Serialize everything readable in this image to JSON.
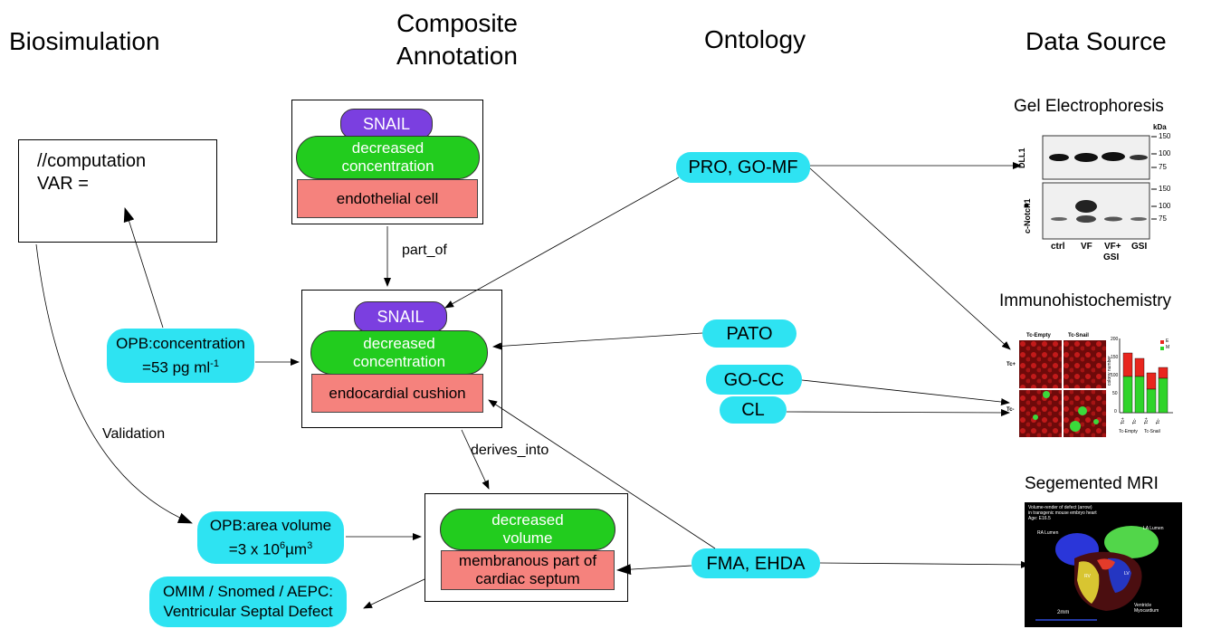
{
  "headers": {
    "biosimulation": "Biosimulation",
    "composite_line1": "Composite",
    "composite_line2": "Annotation",
    "ontology": "Ontology",
    "data_source": "Data Source"
  },
  "code_box": {
    "line1": "//computation",
    "line2": "VAR ="
  },
  "annotation_top": {
    "entity": "SNAIL",
    "quality_line1": "decreased",
    "quality_line2": "concentration",
    "location": "endothelial cell"
  },
  "annotation_mid": {
    "entity": "SNAIL",
    "quality_line1": "decreased",
    "quality_line2": "concentration",
    "location": "endocardial cushion"
  },
  "annotation_bottom": {
    "quality_line1": "decreased",
    "quality_line2": "volume",
    "location_line1": "membranous part of",
    "location_line2": "cardiac septum"
  },
  "relations": {
    "part_of": "part_of",
    "derives_into": "derives_into",
    "validation": "Validation"
  },
  "opb_concentration": {
    "line1": "OPB:concentration",
    "line2_prefix": "=53 pg ml",
    "line2_sup": "-1"
  },
  "opb_volume": {
    "line1": "OPB:area volume",
    "line2_prefix": "=3 x 10",
    "line2_sup1": "6",
    "line2_mid": "µm",
    "line2_sup2": "3"
  },
  "omim": {
    "line1": "OMIM / Snomed / AEPC:",
    "line2": "Ventricular Septal Defect"
  },
  "ontologies": {
    "pro_go_mf": "PRO, GO-MF",
    "pato": "PATO",
    "go_cc": "GO-CC",
    "cl": "CL",
    "fma_ehda": "FMA, EHDA"
  },
  "data_sources": {
    "gel": {
      "title": "Gel Electrophoresis",
      "unit": "kDa",
      "row1_label": "DLL1",
      "row2_label": "c-Notch1",
      "row1_ticks": [
        "150",
        "100",
        "75"
      ],
      "row2_ticks": [
        "150",
        "100",
        "75"
      ],
      "lanes": [
        "ctrl",
        "VF",
        "VF+",
        "GSI"
      ],
      "lane_sub": "GSI"
    },
    "ihc": {
      "title": "Immunohistochemistry",
      "col1": "Tc-Empty",
      "col2": "Tc-Snail",
      "row1": "Tc+",
      "row2": "Tc-",
      "chart_ylabel": "colony number",
      "chart_ticks": [
        "200",
        "150",
        "100",
        "50",
        "0"
      ],
      "legend_e": "E",
      "legend_m": "M",
      "bar_labels": [
        "Tc+",
        "Tc-",
        "Tc+",
        "Tc-"
      ],
      "group1": "Tc-Empty",
      "group2": "Tc-Snail",
      "colors": {
        "e": "#e8261e",
        "m": "#2fd42a"
      }
    },
    "mri": {
      "title": "Segemented MRI",
      "caption_line1": "Volume-render of defect (arrow)",
      "caption_line2": "in transgenic mouse embryo heart",
      "caption_line3": "Age: E16.5",
      "ra": "RA Lumen",
      "la": "LA Lumen",
      "rv": "RV",
      "lv": "LV",
      "ventricle_line1": "Ventricle",
      "ventricle_line2": "Myocardium",
      "scale": "2mm"
    }
  },
  "colors": {
    "cyan": "#2ee3f2",
    "purple": "#7b3fe0",
    "green": "#22cc1e",
    "salmon": "#f5827d"
  }
}
